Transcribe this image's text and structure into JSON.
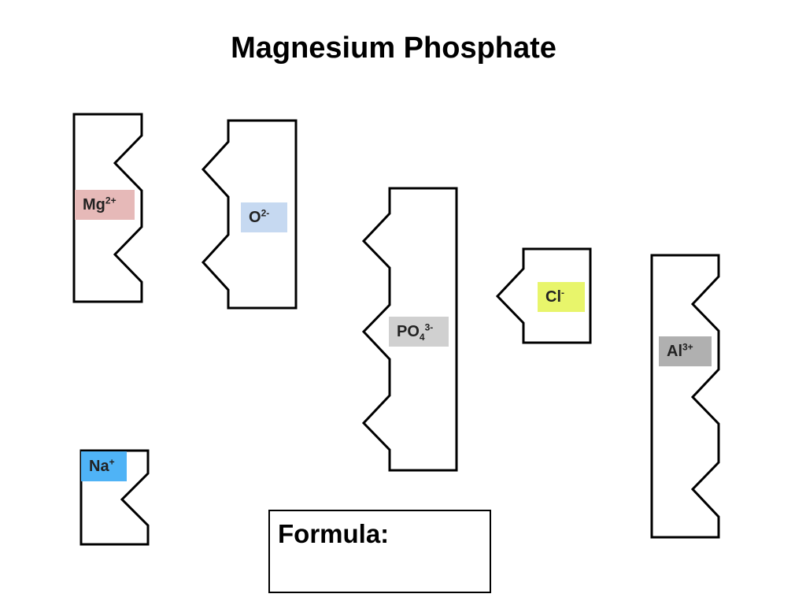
{
  "title": "Magnesium Phosphate",
  "ions": {
    "magnesium": {
      "symbol": "Mg",
      "sup": "2+",
      "sub": "",
      "color": "#e6b9b8"
    },
    "oxide": {
      "symbol": "O",
      "sup": "2-",
      "sub": "",
      "color": "#c6d9f1"
    },
    "phosphate": {
      "symbol": "PO",
      "sub": "4",
      "sup": "3-",
      "color": "#d0d0d0"
    },
    "chloride": {
      "symbol": "Cl",
      "sup": "-",
      "sub": "",
      "color": "#e8f56b"
    },
    "aluminum": {
      "symbol": "Al",
      "sup": "3+",
      "sub": "",
      "color": "#b0b0b0"
    },
    "sodium": {
      "symbol": "Na",
      "sup": "+",
      "sub": "",
      "color": "#4fb3f6"
    }
  },
  "formula": {
    "label": "Formula:"
  }
}
